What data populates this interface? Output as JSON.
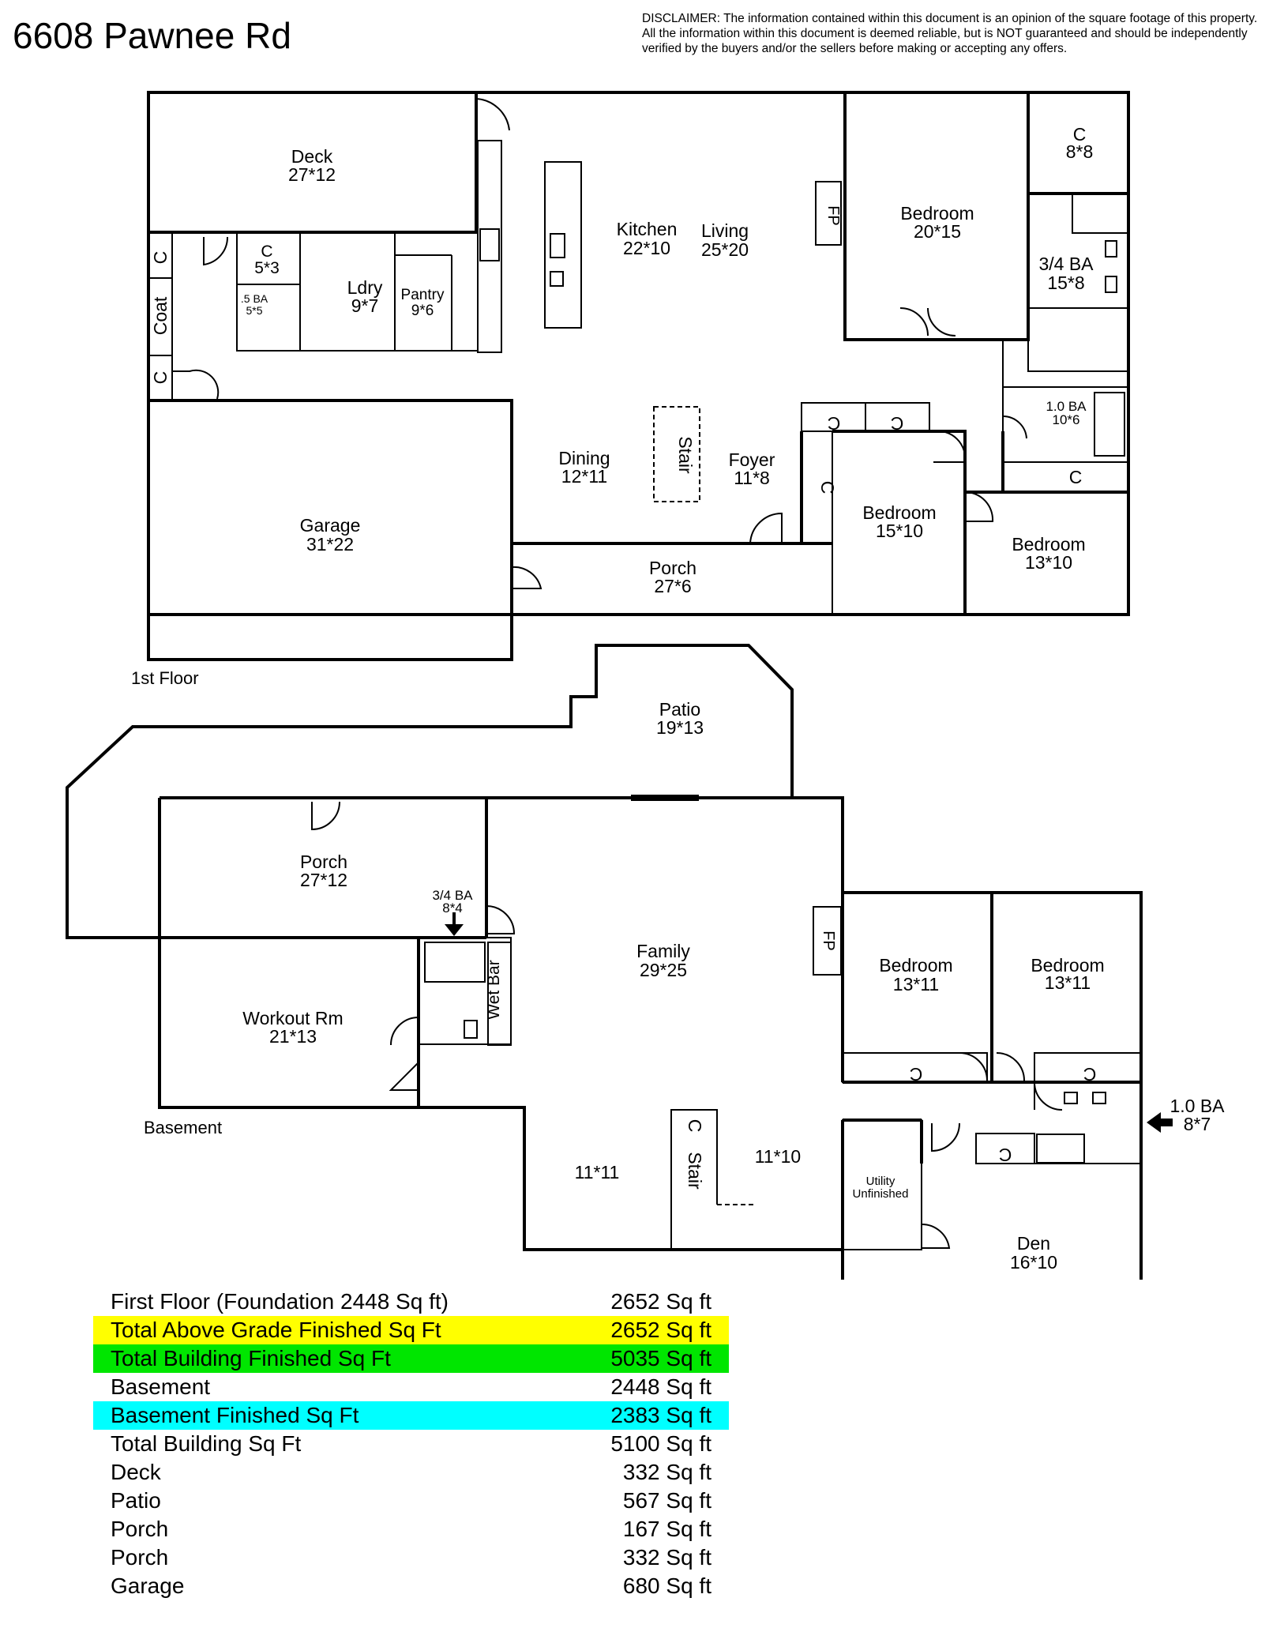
{
  "header": {
    "address": "6608 Pawnee Rd",
    "disclaimer": "DISCLAIMER: The information contained within this document is an opinion of the square footage of this property. All the information within this document is deemed reliable, but is NOT guaranteed and should be independently verified by the buyers and/or the sellers before making or accepting any offers."
  },
  "first_floor": {
    "label": "1st Floor",
    "rooms": {
      "deck": {
        "name": "Deck",
        "dim": "27*12"
      },
      "kitchen": {
        "name": "Kitchen",
        "dim": "22*10"
      },
      "living": {
        "name": "Living",
        "dim": "25*20"
      },
      "bedroom_master": {
        "name": "Bedroom",
        "dim": "20*15"
      },
      "closet_master": {
        "name": "C",
        "dim": "8*8"
      },
      "bath_34": {
        "name": "3/4 BA",
        "dim": "15*8"
      },
      "closet_small": {
        "name": "C",
        "dim": "5*3"
      },
      "half_bath": {
        "name": ".5 BA",
        "dim": "5*5"
      },
      "laundry": {
        "name": "Ldry",
        "dim": "9*7"
      },
      "pantry": {
        "name": "Pantry",
        "dim": "9*6"
      },
      "coat": {
        "name": "Coat"
      },
      "closet_a": {
        "name": "C"
      },
      "closet_b": {
        "name": "C"
      },
      "dining": {
        "name": "Dining",
        "dim": "12*11"
      },
      "stair": {
        "name": "Stair"
      },
      "foyer": {
        "name": "Foyer",
        "dim": "11*8"
      },
      "closet_foyer": {
        "name": "C"
      },
      "closet_c1": {
        "name": "C"
      },
      "closet_c2": {
        "name": "C"
      },
      "bath_10": {
        "name": "1.0 BA",
        "dim": "10*6"
      },
      "closet_d": {
        "name": "C"
      },
      "bedroom_2": {
        "name": "Bedroom",
        "dim": "15*10"
      },
      "bedroom_3": {
        "name": "Bedroom",
        "dim": "13*10"
      },
      "garage": {
        "name": "Garage",
        "dim": "31*22"
      },
      "porch": {
        "name": "Porch",
        "dim": "27*6"
      },
      "fp": {
        "name": "FP"
      }
    }
  },
  "basement": {
    "label": "Basement",
    "rooms": {
      "patio": {
        "name": "Patio",
        "dim": "19*13"
      },
      "porch": {
        "name": "Porch",
        "dim": "27*12"
      },
      "bath_34": {
        "name": "3/4 BA",
        "dim": "8*4"
      },
      "wet_bar": {
        "name": "Wet Bar"
      },
      "family": {
        "name": "Family",
        "dim": "29*25"
      },
      "fp": {
        "name": "FP"
      },
      "bedroom_1": {
        "name": "Bedroom",
        "dim": "13*11"
      },
      "bedroom_2": {
        "name": "Bedroom",
        "dim": "13*11"
      },
      "closet_1": {
        "name": "C"
      },
      "closet_2": {
        "name": "C"
      },
      "closet_3": {
        "name": "C"
      },
      "workout": {
        "name": "Workout Rm",
        "dim": "21*13"
      },
      "bath_10": {
        "name": "1.0 BA",
        "dim": "8*7"
      },
      "room_a": {
        "dim": "11*11"
      },
      "stair": {
        "name": "Stair"
      },
      "closet_stair": {
        "name": "C"
      },
      "room_b": {
        "dim": "11*10"
      },
      "utility": {
        "name": "Utility",
        "sub": "Unfinished"
      },
      "den": {
        "name": "Den",
        "dim": "16*10"
      }
    }
  },
  "colors": {
    "yellow": "#ffff00",
    "green": "#00e600",
    "cyan": "#00ffff"
  },
  "sqft": [
    {
      "name": "First Floor (Foundation 2448 Sq ft)",
      "value": "2652 Sq ft",
      "highlight": ""
    },
    {
      "name": "Total Above Grade Finished Sq Ft",
      "value": "2652 Sq ft",
      "highlight": "#ffff00"
    },
    {
      "name": "Total Building Finished Sq Ft",
      "value": "5035 Sq ft",
      "highlight": "#00e600"
    },
    {
      "name": "Basement",
      "value": "2448 Sq ft",
      "highlight": ""
    },
    {
      "name": "Basement Finished Sq Ft",
      "value": "2383 Sq ft",
      "highlight": "#00ffff"
    },
    {
      "name": "Total Building Sq Ft",
      "value": "5100 Sq ft",
      "highlight": ""
    },
    {
      "name": "Deck",
      "value": "332 Sq ft",
      "highlight": ""
    },
    {
      "name": "Patio",
      "value": "567 Sq ft",
      "highlight": ""
    },
    {
      "name": "Porch",
      "value": "167 Sq ft",
      "highlight": ""
    },
    {
      "name": "Porch",
      "value": "332 Sq ft",
      "highlight": ""
    },
    {
      "name": "Garage",
      "value": "680 Sq ft",
      "highlight": ""
    }
  ]
}
